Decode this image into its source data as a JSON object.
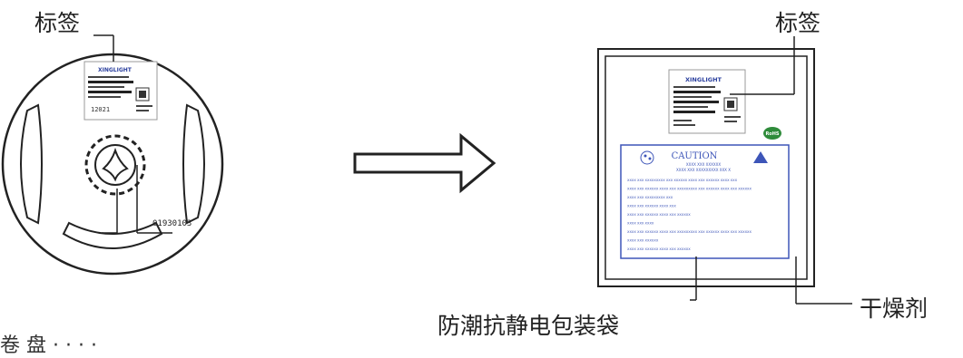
{
  "labels": {
    "reel_label": "标签",
    "bag_label": "标签",
    "bag_name": "防潮抗静电包装袋",
    "desiccant": "干燥剂",
    "bottom_left_partial": "卷 盘    ·    · · ·"
  },
  "reel": {
    "label_brand": "XINGLIGHT",
    "label_small_code": "12021",
    "hub_code": "01930103"
  },
  "bag": {
    "label_brand": "XINGLIGHT",
    "rohs_mark": "RoHS",
    "caution_title": "CAUTION",
    "caution_subtitle_1": "XXXX XXX XXXXXX",
    "caution_subtitle_2": "XXXX XXX XXXXXXXXX XXX X",
    "caution_lines": [
      "XXXX XXX XXXXXXXXX XXX XXXXXX XXXX XXX XXXXXX XXXX XXX",
      "XXXX XXX XXXXXX XXXX XXX XXXXXXXXX XXX XXXXXX XXXX XXX XXXXXX",
      "XXXX XXX XXXXXXXXX XXX",
      "XXXX XXX XXXXXX XXXX XXX",
      "XXXX XXX XXXXXX XXXX XXX XXXXXX",
      "XXXX XXX XXXX",
      "XXXX XXX XXXXXX XXXX XXX XXXXXXXXX XXX XXXXXX XXXX XXX XXXXXX",
      "XXXX XXX XXXXXX",
      "XXXX XXX XXXXXX XXXX XXX XXXXXX"
    ]
  },
  "colors": {
    "line": "#222222",
    "caution_blue": "#3d55b8",
    "rohs_green": "#2e8b3a"
  }
}
